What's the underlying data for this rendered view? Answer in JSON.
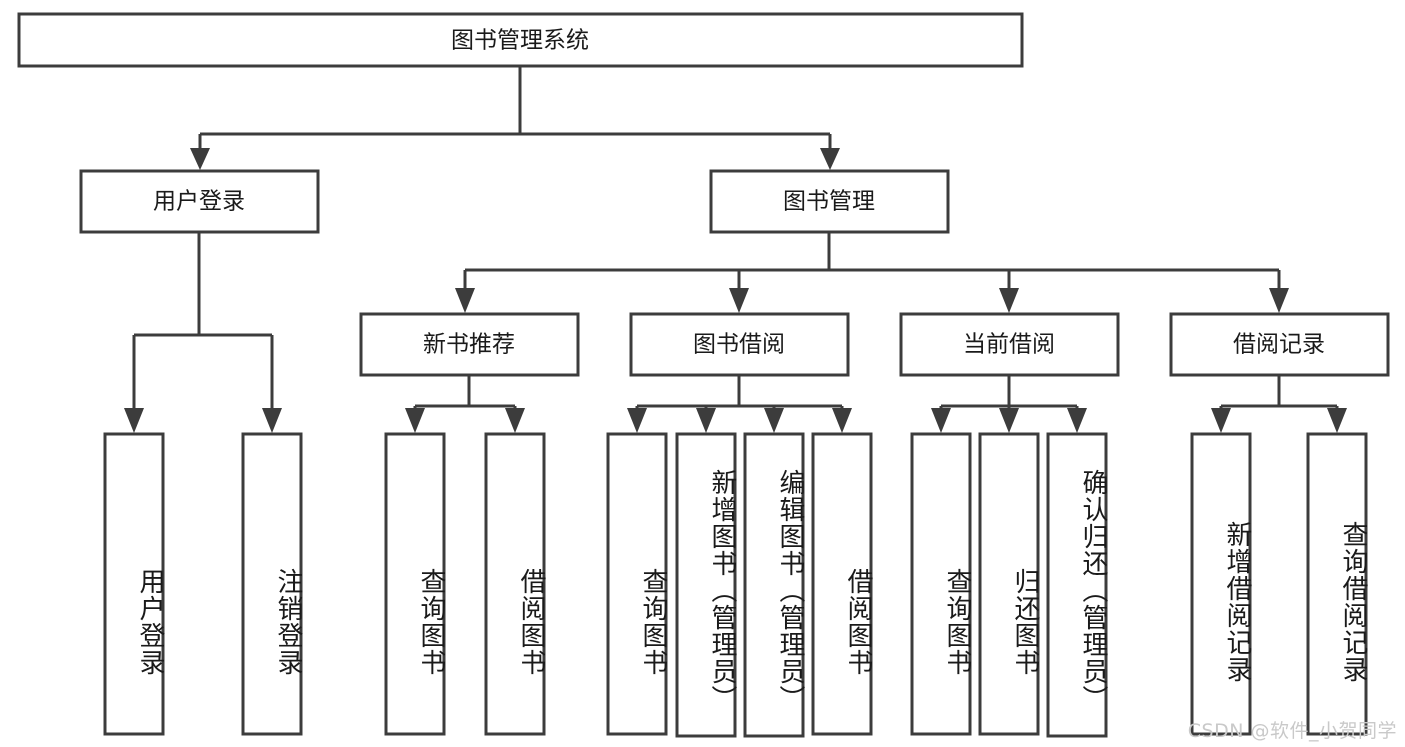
{
  "diagram": {
    "type": "tree-hierarchy-chart",
    "title": "图书管理系统",
    "watermark": "CSDN @软件_小贺同学",
    "colors": {
      "stroke": "#3c3c3c",
      "fill": "#ffffff",
      "text": "#1a1a1a",
      "watermark": "#c9c9c9"
    },
    "levels": {
      "root": {
        "label": "图书管理系统"
      },
      "level2": [
        {
          "label": "用户登录"
        },
        {
          "label": "图书管理"
        }
      ],
      "level3": [
        {
          "label": "新书推荐"
        },
        {
          "label": "图书借阅"
        },
        {
          "label": "当前借阅"
        },
        {
          "label": "借阅记录"
        }
      ]
    },
    "leaves": {
      "user_login": [
        {
          "label": "用户登录"
        },
        {
          "label": "注销登录"
        }
      ],
      "new_book_recommend": [
        {
          "label": "查询图书"
        },
        {
          "label": "借阅图书"
        }
      ],
      "book_borrow": [
        {
          "label": "查询图书"
        },
        {
          "label": "新增图书（管理员）"
        },
        {
          "label": "编辑图书（管理员）"
        },
        {
          "label": "借阅图书"
        }
      ],
      "current_borrow": [
        {
          "label": "查询图书"
        },
        {
          "label": "归还图书"
        },
        {
          "label": "确认归还（管理员）"
        }
      ],
      "borrow_record": [
        {
          "label": "新增借阅记录"
        },
        {
          "label": "查询借阅记录"
        }
      ]
    }
  }
}
